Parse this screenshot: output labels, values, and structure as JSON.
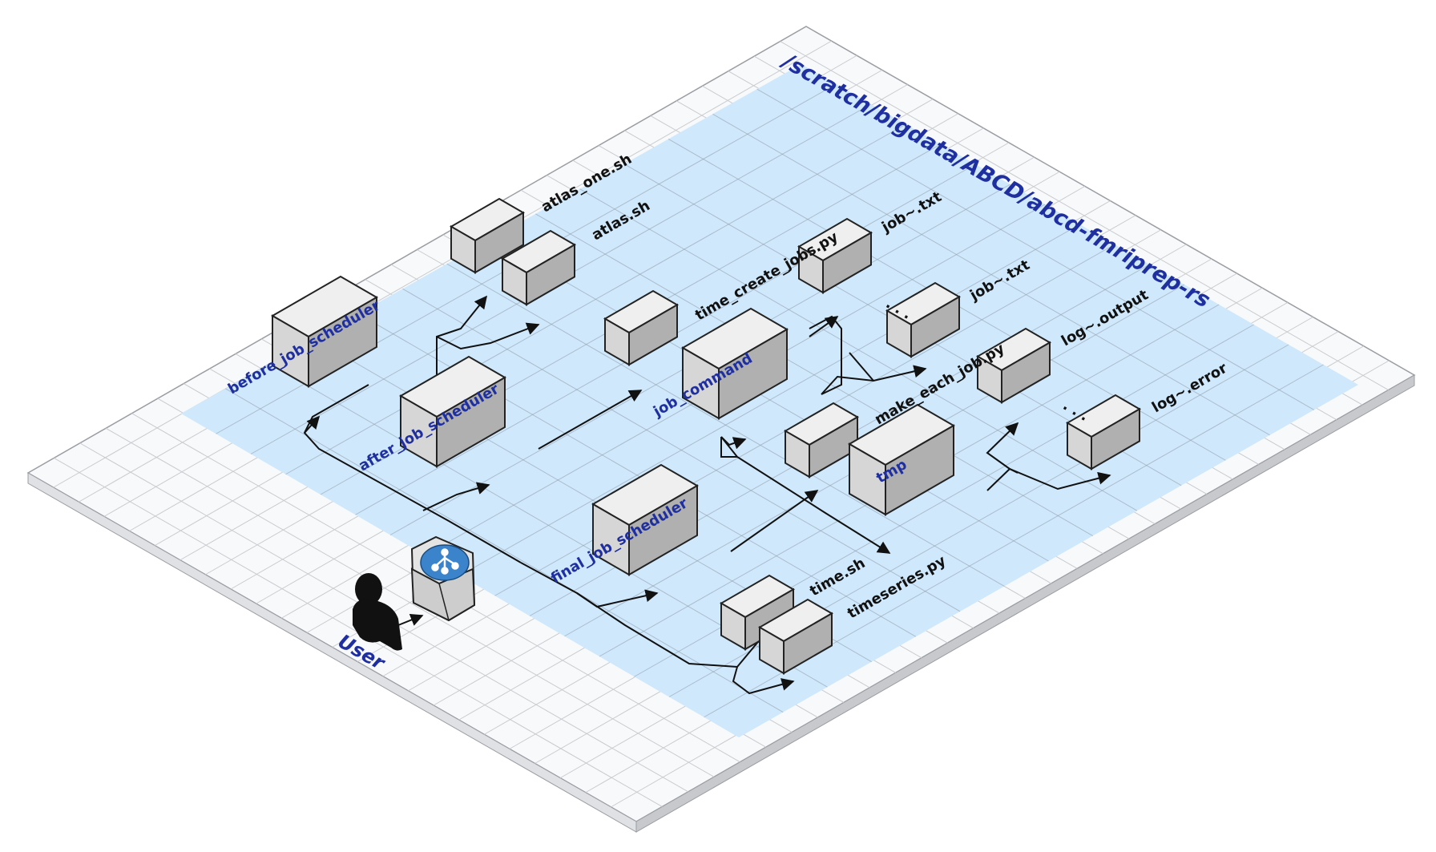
{
  "root_path": "/scratch/bigdata/ABCD/abcd-fmriprep-rs",
  "user_label": "User",
  "ellipsis": "· · ·",
  "directories": [
    {
      "id": "before",
      "label": "before_job_scheduler"
    },
    {
      "id": "after",
      "label": "after_job_scheduler"
    },
    {
      "id": "jobcmd",
      "label": "job_command"
    },
    {
      "id": "final",
      "label": "final_job_scheduler"
    },
    {
      "id": "tmp",
      "label": "tmp"
    }
  ],
  "files": [
    {
      "id": "atlas_one",
      "label": "atlas_one.sh"
    },
    {
      "id": "atlas",
      "label": "atlas.sh"
    },
    {
      "id": "time_create",
      "label": "time_create_jobs.py"
    },
    {
      "id": "job1",
      "label": "job~.txt"
    },
    {
      "id": "job2",
      "label": "job~.txt"
    },
    {
      "id": "make_each",
      "label": "make_each_job.py"
    },
    {
      "id": "log_out",
      "label": "log~.output"
    },
    {
      "id": "log_err",
      "label": "log~.error"
    },
    {
      "id": "time_sh",
      "label": "time.sh"
    },
    {
      "id": "timeseries",
      "label": "timeseries.py"
    }
  ],
  "colors": {
    "zone": "#cfe8fb",
    "box_top": "#efefef",
    "box_left": "#d6d6d6",
    "box_right": "#b0b0b0",
    "dir_text": "#1f2fa0",
    "hub": "#3b84cc"
  },
  "icons": [
    "user-icon",
    "git-branch-icon"
  ]
}
